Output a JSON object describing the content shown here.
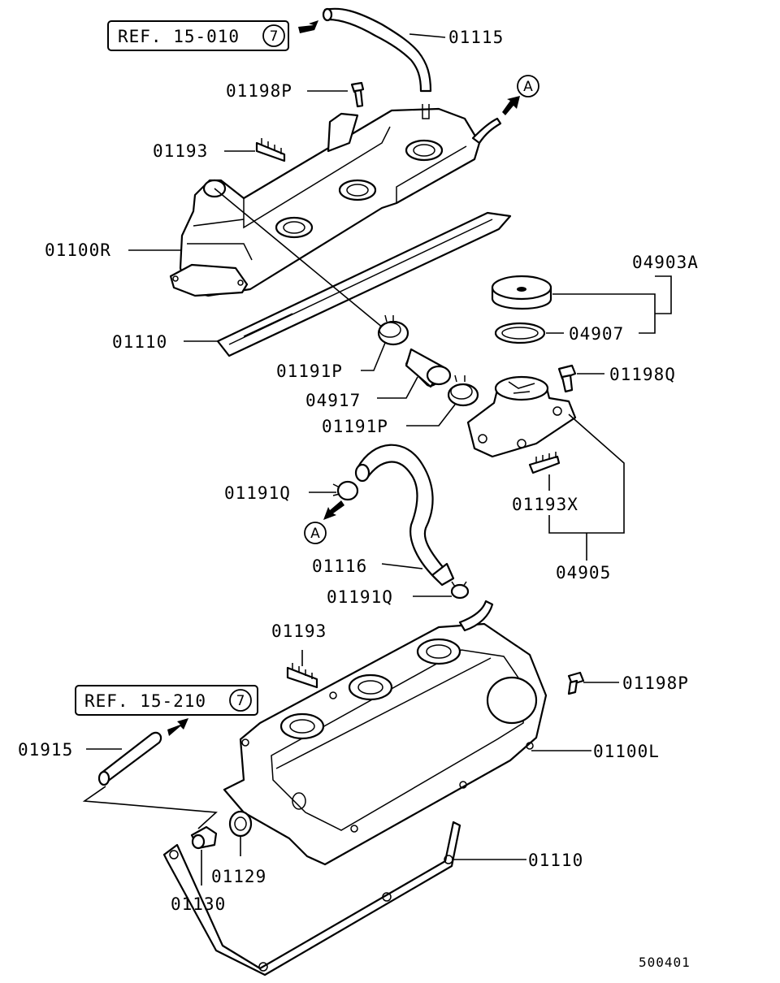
{
  "refs": {
    "top": {
      "text": "REF. 15-010",
      "num": "7"
    },
    "bottom": {
      "text": "REF. 15-210",
      "num": "7"
    }
  },
  "markers": {
    "a_top": "A",
    "a_mid": "A"
  },
  "labels": {
    "p01115": "01115",
    "p01198P_top": "01198P",
    "p01193_top": "01193",
    "p01100R": "01100R",
    "p01110_top": "01110",
    "p04903A": "04903A",
    "p04907": "04907",
    "p01191P_1": "01191P",
    "p04917": "04917",
    "p01198Q": "01198Q",
    "p01191P_2": "01191P",
    "p01191Q_1": "01191Q",
    "p01193X": "01193X",
    "p01116": "01116",
    "p04905": "04905",
    "p01191Q_2": "01191Q",
    "p01193_bot": "01193",
    "p01198P_bot": "01198P",
    "p01915": "01915",
    "p01100L": "01100L",
    "p01110_bot": "01110",
    "p01129": "01129",
    "p01130": "01130"
  },
  "figure_id": "500401"
}
